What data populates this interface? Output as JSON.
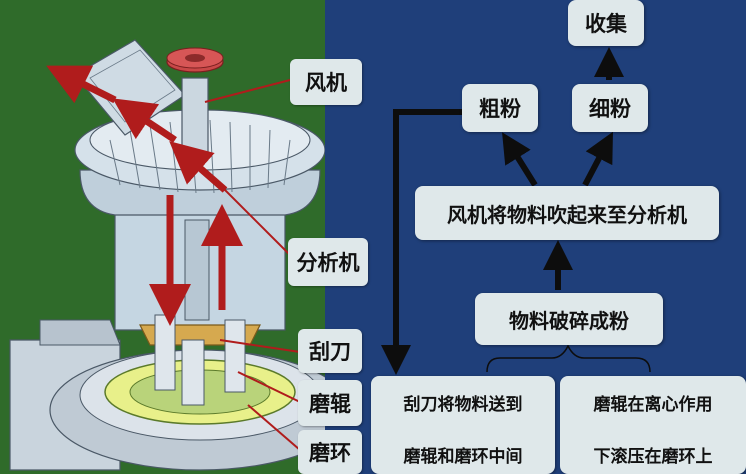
{
  "labels": {
    "fan": "风机",
    "analyzer": "分析机",
    "scraper": "刮刀",
    "roller": "磨辊",
    "ring": "磨环"
  },
  "flow": {
    "collect": "收集",
    "coarse": "粗粉",
    "fine": "细粉",
    "blow": "风机将物料吹起来至分析机",
    "crush": "物料破碎成粉",
    "scraper_text": [
      "刮刀将物料送到",
      "磨辊和磨环中间"
    ],
    "roller_text": [
      "磨辊在离心作用",
      "下滚压在磨环上"
    ]
  },
  "colors": {
    "left_background": "#2f6b2a",
    "right_background": "#1f3f7a",
    "box_fill": "#dfe8ea",
    "arrow_red": "#b01c1c"
  }
}
